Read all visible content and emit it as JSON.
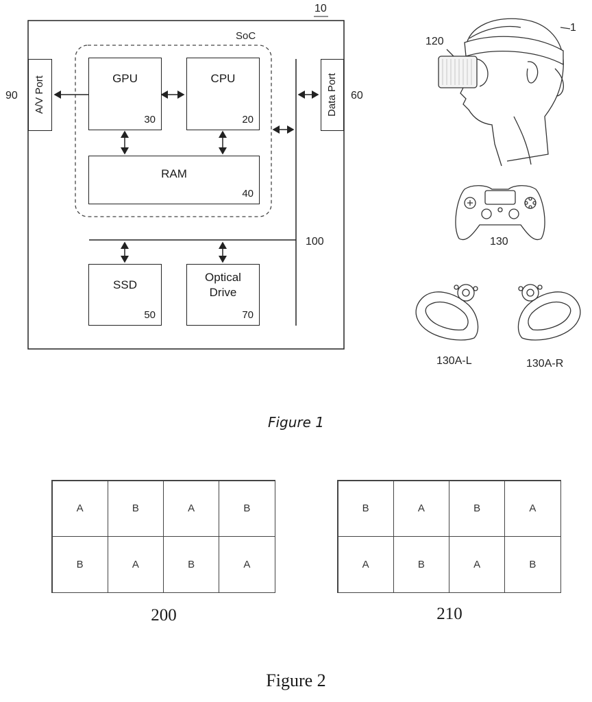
{
  "figure1": {
    "caption": "Figure 1",
    "system_ref": "10",
    "soc_label": "SoC",
    "av_port": {
      "label": "A/V Port",
      "ref": "90"
    },
    "data_port": {
      "label": "Data Port",
      "ref": "60"
    },
    "gpu": {
      "label": "GPU",
      "ref": "30"
    },
    "cpu": {
      "label": "CPU",
      "ref": "20"
    },
    "ram": {
      "label": "RAM",
      "ref": "40"
    },
    "ssd": {
      "label": "SSD",
      "ref": "50"
    },
    "optical": {
      "label": "Optical Drive",
      "ref": "70"
    },
    "bus_ref": "100",
    "user_ref": "1",
    "hmd_ref": "120",
    "controller_ref": "130",
    "left_controller": "130A-L",
    "right_controller": "130A-R"
  },
  "figure2": {
    "caption": "Figure 2",
    "grid_left": {
      "ref": "200",
      "rows": [
        [
          "A",
          "B",
          "A",
          "B"
        ],
        [
          "B",
          "A",
          "B",
          "A"
        ]
      ]
    },
    "grid_right": {
      "ref": "210",
      "rows": [
        [
          "B",
          "A",
          "B",
          "A"
        ],
        [
          "A",
          "B",
          "A",
          "B"
        ]
      ]
    }
  }
}
